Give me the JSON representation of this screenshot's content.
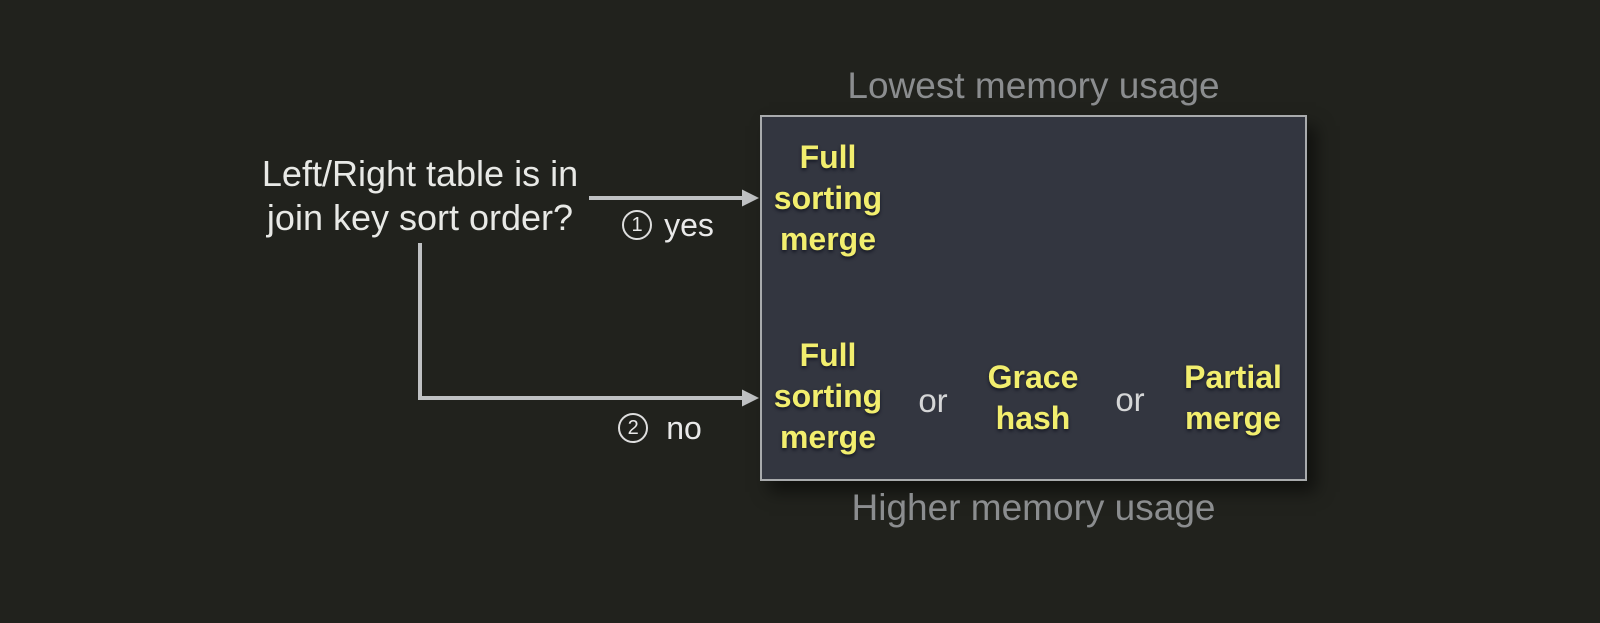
{
  "question": {
    "lines": [
      "Left/Right table is in",
      "join key sort order?"
    ]
  },
  "branches": {
    "yes": {
      "number": "1",
      "label": "yes"
    },
    "no": {
      "number": "2",
      "label": "no"
    }
  },
  "memory_scale": {
    "top": "Lowest memory usage",
    "bottom": "Higher memory usage"
  },
  "algorithm_box": {
    "sorted_row": {
      "options": [
        {
          "lines": [
            "Full",
            "sorting",
            "merge"
          ]
        }
      ]
    },
    "unsorted_row": {
      "separator": "or",
      "options": [
        {
          "lines": [
            "Full",
            "sorting",
            "merge"
          ]
        },
        {
          "lines": [
            "Grace",
            "hash"
          ]
        },
        {
          "lines": [
            "Partial",
            "merge"
          ]
        }
      ]
    }
  },
  "colors": {
    "background": "#21221d",
    "box_fill": "#333640",
    "box_border": "#a9abad",
    "algorithm_text": "#f2ee6e",
    "connector": "#bfc1c3",
    "caption_text": "#8b8d8f",
    "question_text": "#e8e9e6"
  }
}
